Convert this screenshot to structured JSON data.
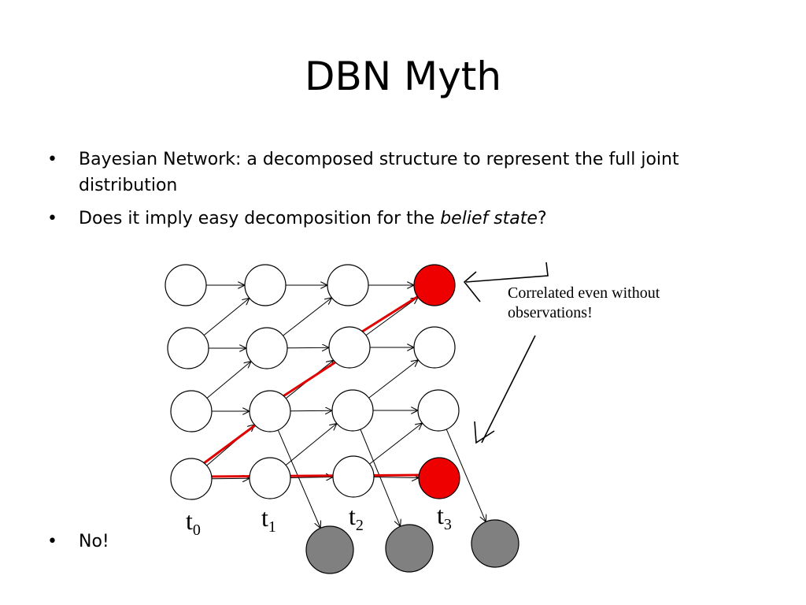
{
  "slide": {
    "title": "DBN Myth",
    "bullets": [
      {
        "marker": "•",
        "text": "Bayesian Network: a decomposed structure to represent the full joint distribution"
      },
      {
        "marker": "•",
        "pre": "Does it imply easy decomposition for the ",
        "emph": "belief state",
        "post": "?"
      },
      {
        "marker": "•",
        "text": "No!"
      }
    ]
  },
  "diagram": {
    "annotation": [
      "Correlated even without",
      "observations!"
    ],
    "time_labels": [
      {
        "base": "t",
        "sub": "0"
      },
      {
        "base": "t",
        "sub": "1"
      },
      {
        "base": "t",
        "sub": "2"
      },
      {
        "base": "t",
        "sub": "3"
      }
    ],
    "colors": {
      "node_fill": "#ffffff",
      "highlight_node": "#ee0000",
      "observed_node": "#808080",
      "correlation_line": "#e00000",
      "edge": "#000000"
    }
  }
}
